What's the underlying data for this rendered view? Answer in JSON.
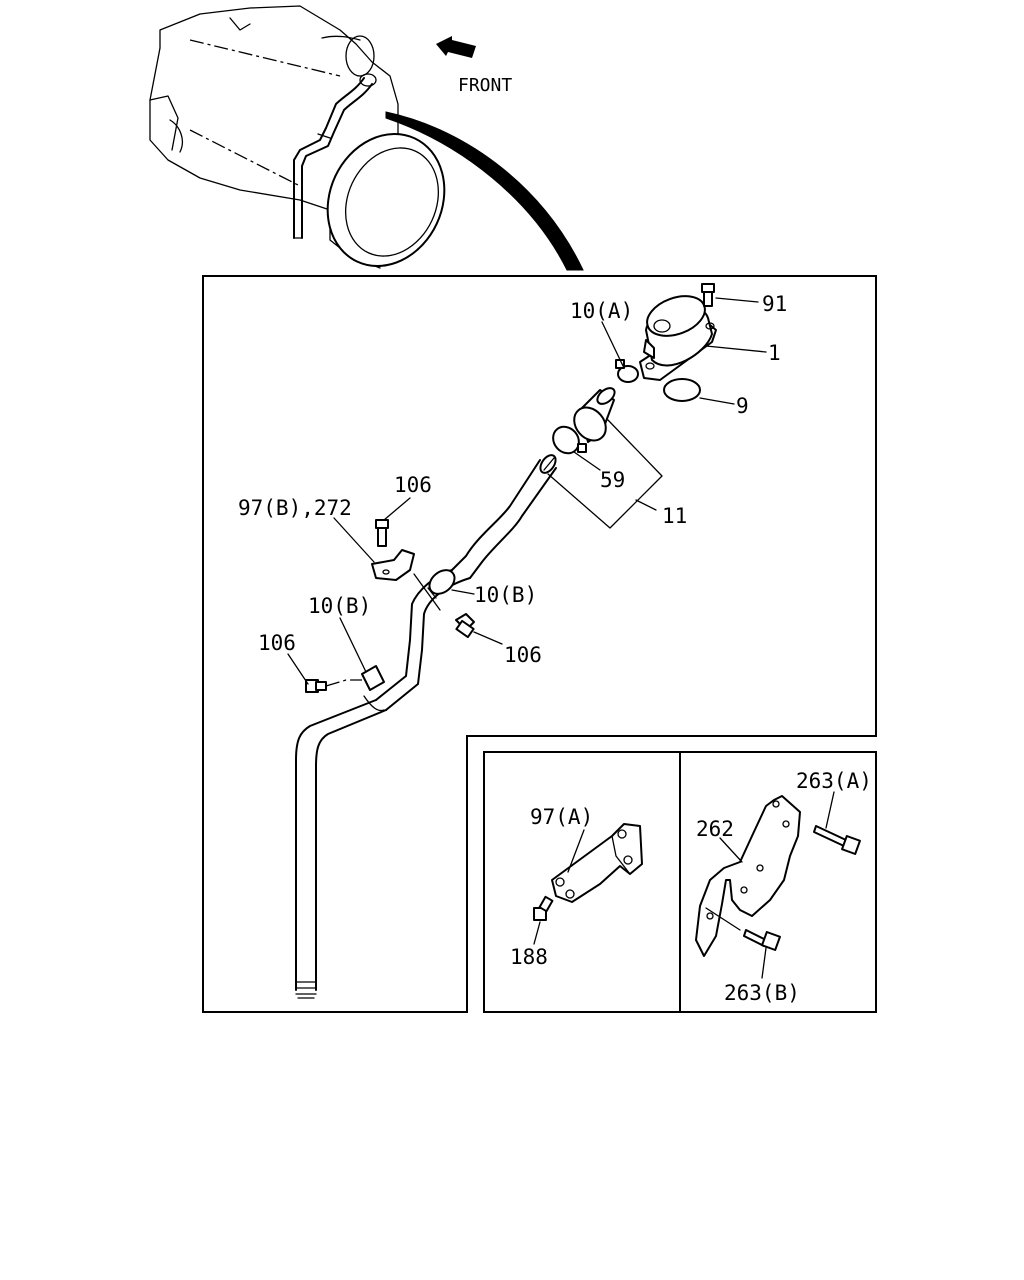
{
  "diagram": {
    "front_label": "FRONT",
    "callouts": {
      "c91": "91",
      "c10a": "10(A)",
      "c1": "1",
      "c9": "9",
      "c59": "59",
      "c11": "11",
      "c97b272": "97(B),272",
      "c106_top": "106",
      "c10b_mid": "10(B)",
      "c106_mid": "106",
      "c10b_left": "10(B)",
      "c106_left": "106",
      "c97a": "97(A)",
      "c188": "188",
      "c262": "262",
      "c263a": "263(A)",
      "c263b": "263(B)"
    }
  }
}
